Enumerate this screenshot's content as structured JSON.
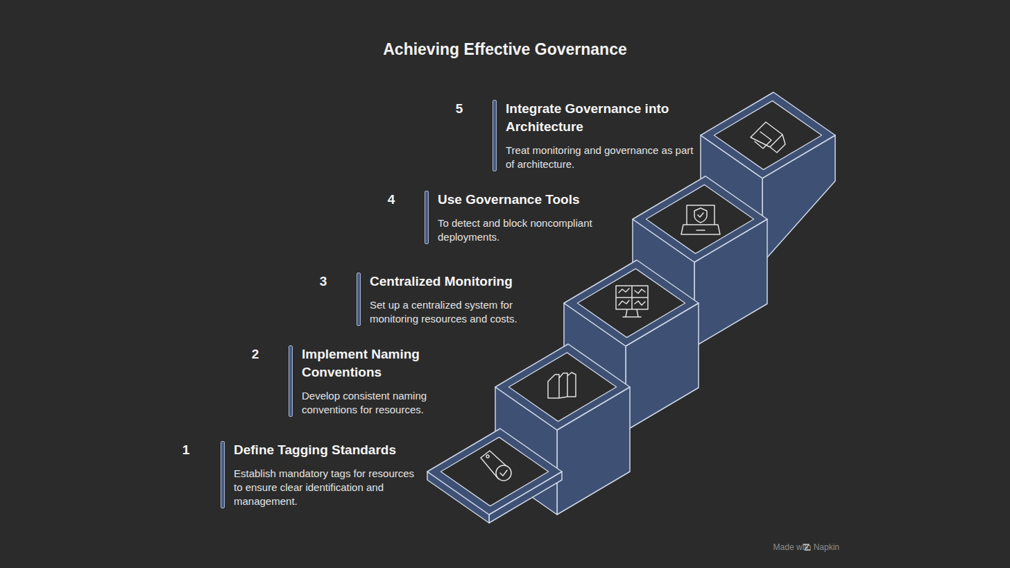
{
  "diagram": {
    "title": "Achieving Effective Governance",
    "nodes": [
      {
        "text": [
          "Define Tagging Standards",
          "Establish mandatory tags for resources to ensure clear identification and management."
        ]
      },
      {
        "text": [
          "Implement Naming Conventions",
          "Develop consistent naming conventions for resources."
        ]
      },
      {
        "text": [
          "Centralized Monitoring",
          "Set up a centralized system for monitoring resources and costs."
        ]
      },
      {
        "text": [
          "Use Governance Tools",
          "To detect and block noncompliant deployments."
        ]
      },
      {
        "text": [
          "Integrate Governance into Architecture",
          "Treat monitoring and governance as part of architecture."
        ]
      }
    ],
    "labels": [
      "1",
      "2",
      "3",
      "4",
      "5",
      "Made with Napkin"
    ]
  }
}
